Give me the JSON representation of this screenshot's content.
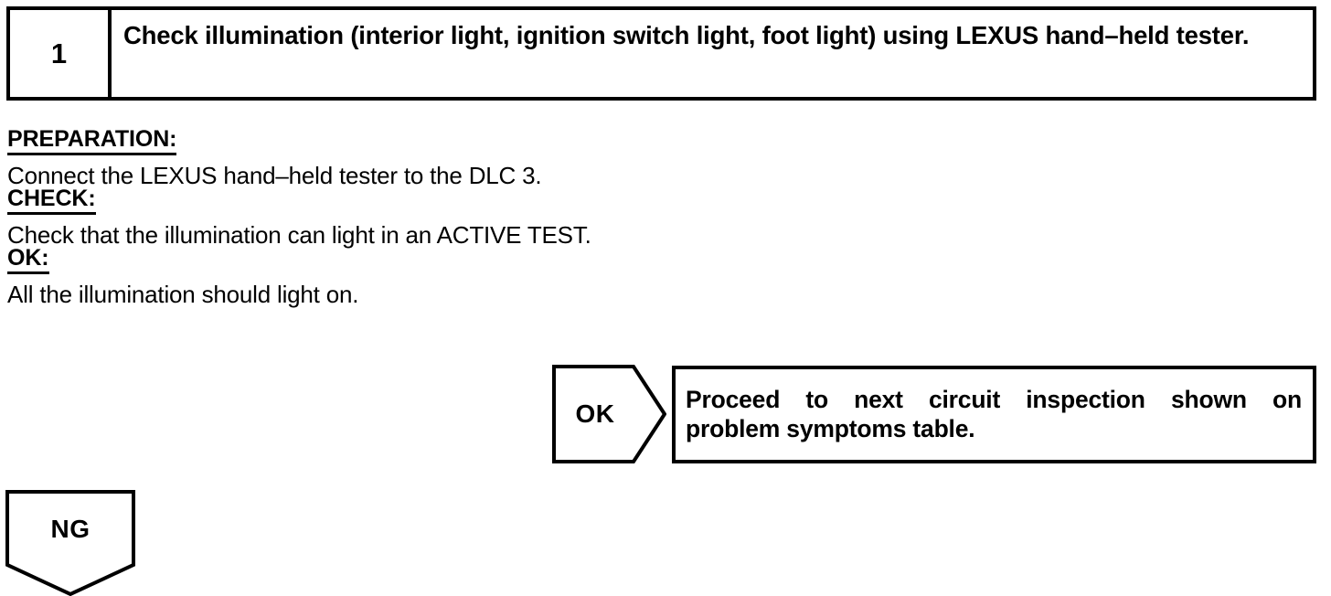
{
  "step": {
    "number": "1",
    "instruction": "Check illumination (interior light, ignition switch light, foot light) using LEXUS hand–held tester."
  },
  "sections": [
    {
      "heading": "PREPARATION:",
      "body": "Connect the LEXUS hand–held tester to the DLC 3."
    },
    {
      "heading": "CHECK:",
      "body": "Check that the illumination can light in an ACTIVE TEST."
    },
    {
      "heading": "OK:",
      "body": "All the illumination should light on."
    }
  ],
  "branches": {
    "ok": {
      "label": "OK",
      "result_line1": "Proceed to next circuit inspection shown on",
      "result_line2": "problem symptoms table."
    },
    "ng": {
      "label": "NG"
    }
  },
  "colors": {
    "ink": "#000000",
    "page": "#ffffff"
  }
}
